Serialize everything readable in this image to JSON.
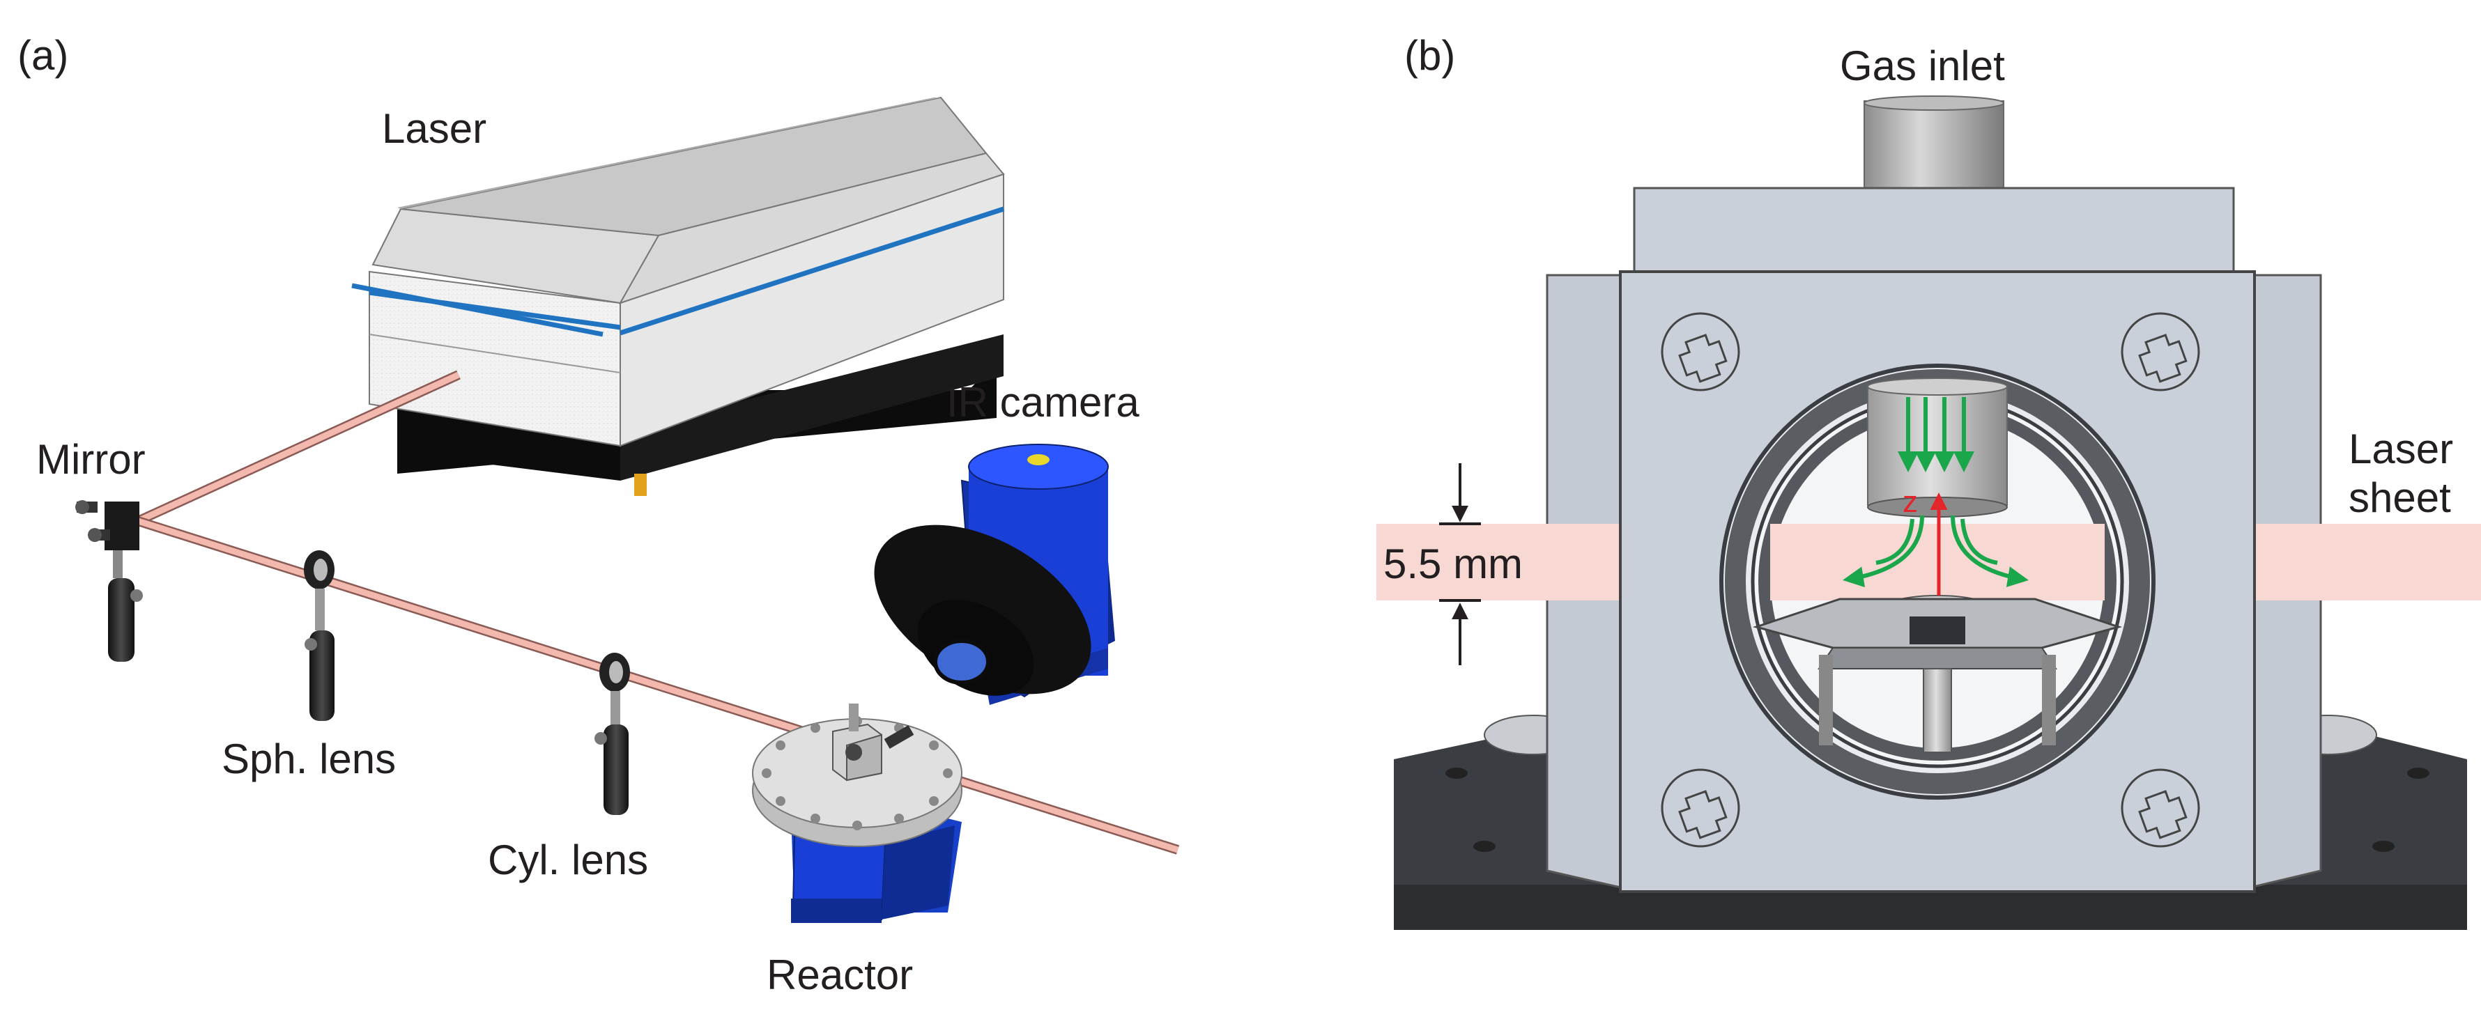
{
  "panel_a": {
    "tag": "(a)",
    "labels": {
      "laser": "Laser",
      "mirror": "Mirror",
      "ir_camera": "IR camera",
      "sph_lens": "Sph. lens",
      "cyl_lens": "Cyl. lens",
      "reactor": "Reactor"
    }
  },
  "panel_b": {
    "tag": "(b)",
    "labels": {
      "gas_inlet": "Gas inlet",
      "laser_sheet_line1": "Laser",
      "laser_sheet_line2": "sheet",
      "dimension": "5.5 mm",
      "axis": "z"
    }
  },
  "colors": {
    "laser_beam": "#f3b8ae",
    "laser_sheet": "#f7d8d3",
    "camera_blue": "#1a3fd6",
    "reactor_blue": "#1740c8",
    "flow_green": "#1aa64a",
    "axis_red": "#e3262b",
    "stripe_blue": "#1f73c0",
    "frame_gray": "#c9d0d9"
  }
}
